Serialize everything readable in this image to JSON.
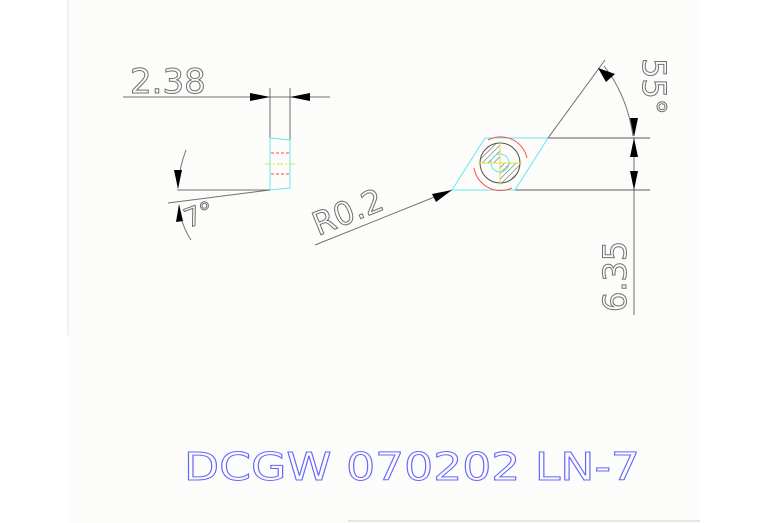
{
  "drawing": {
    "dimensions": {
      "thickness": "2.38",
      "clearance_angle": "7°",
      "corner_radius": "R0.2",
      "insert_angle": "55°",
      "inscribed_circle": "6.35"
    },
    "designation": "DCGW 070202 LN-7"
  },
  "colors": {
    "background": "#fcfdfa",
    "lines": "#707070",
    "insert_outline": "#66e6f0",
    "hidden_lines": "#ff4040",
    "center_lines": "#e0e040",
    "designation_text": "#6666ff"
  }
}
